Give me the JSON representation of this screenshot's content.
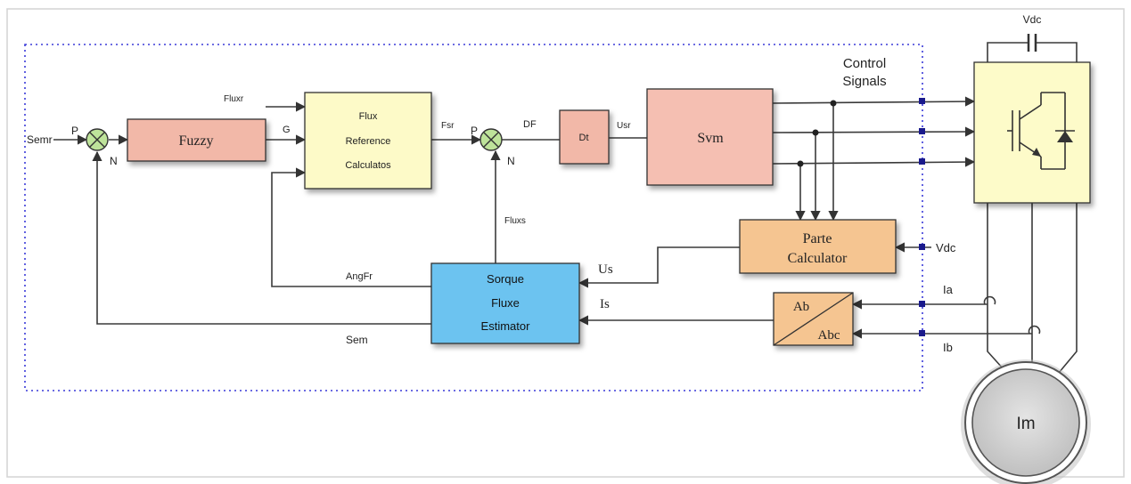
{
  "blocks": {
    "fuzzy": "Fuzzy",
    "flux_ref": [
      "Flux",
      "Reference",
      "Calculatos"
    ],
    "dt": "Dt",
    "svm": "Svm",
    "parte": [
      "Parte",
      "Calculator"
    ],
    "estimator": [
      "Sorque",
      "Fluxe",
      "Estimator"
    ],
    "ab": "Ab",
    "abc": "Abc",
    "motor": "Im"
  },
  "signals": {
    "semr": "Semr",
    "p1": "P",
    "n1": "N",
    "g": "G",
    "fluxr": "Fluxr",
    "fsr": "Fsr",
    "p2": "P",
    "n2": "N",
    "df": "DF",
    "usr": "Usr",
    "fluxs": "Fluxs",
    "us": "Us",
    "is": "Is",
    "angfr": "AngFr",
    "sem": "Sem",
    "vdc_top": "Vdc",
    "vdc": "Vdc",
    "ia": "Ia",
    "ib": "Ib",
    "control": [
      "Control",
      "Signals"
    ]
  },
  "colors": {
    "fuzzy_fill": "#F2B8A8",
    "flux_fill": "#FDFAC8",
    "svm_fill": "#F5BFB2",
    "parte_fill": "#F5C591",
    "estimator_fill": "#6CC3F0",
    "inverter_fill": "#FDFBC9",
    "sum_fill": "#BEE39A",
    "dotted_border": "#3A3AD8",
    "motor_fill": "#D2D2D2"
  }
}
